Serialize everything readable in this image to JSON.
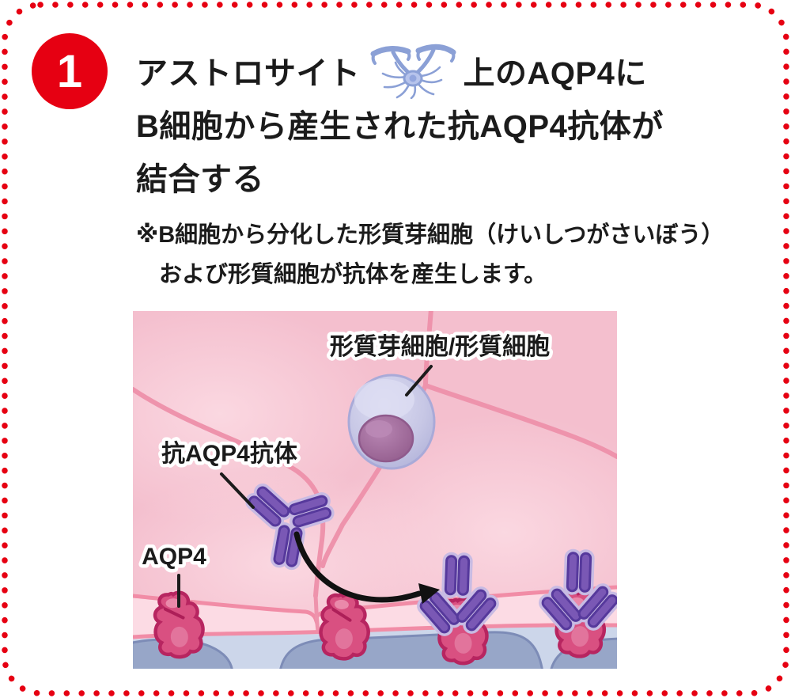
{
  "badge": {
    "number": "1"
  },
  "heading": {
    "line1_pre": "アストロサイト",
    "line1_post": "上のAQP4に",
    "line2": "B細胞から産生された抗AQP4抗体が",
    "line3": "結合する"
  },
  "note": {
    "line1": "※B細胞から分化した形質芽細胞（けいしつがさいぼう）",
    "line2": "および形質細胞が抗体を産生します。"
  },
  "illustration": {
    "labels": {
      "plasma_cell": "形質芽細胞/形質細胞",
      "anti_aqp4_antibody": "抗AQP4抗体",
      "aqp4": "AQP4"
    },
    "icons": {
      "astrocyte": "astrocyte-icon"
    }
  },
  "colors": {
    "accent_red": "#e60012",
    "text": "#1b1b1b",
    "tissue_pink": "#f4bfce",
    "membrane_line_pink": "#ee93ac",
    "endfoot_band_pink": "#fcdbe4",
    "vessel_blue_gray": "#97a6c8",
    "vessel_light_blue": "#ccd6ea",
    "antibody_purple": "#7a58b5",
    "aqp4_magenta": "#d95081",
    "plasma_cell_lavender": "#c7c7e5",
    "nucleus_purple": "#9a6494",
    "astrocyte_icon_blue": "#8ba0d6"
  }
}
